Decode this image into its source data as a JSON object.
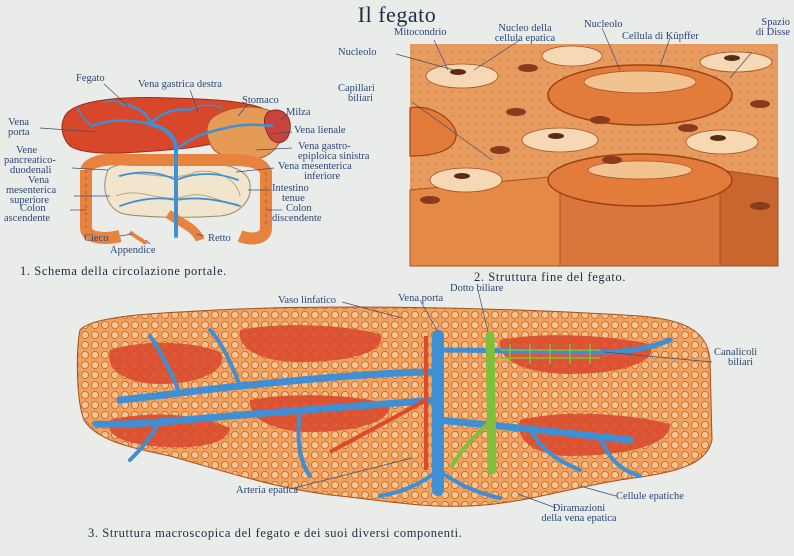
{
  "title": "Il fegato",
  "captions": {
    "c1": "1. Schema della circolazione portale.",
    "c2": "2. Struttura fine del fegato.",
    "c3": "3. Struttura macroscopica del fegato e dei suoi diversi componenti."
  },
  "fig1": {
    "fegato": "Fegato",
    "vena_gastrica_destra": "Vena gastrica destra",
    "stomaco": "Stomaco",
    "milza": "Milza",
    "vena_porta_1": "Vena",
    "vena_porta_2": "porta",
    "vena_lienale": "Vena lienale",
    "vena_gastro_1": "Vena gastro-",
    "vena_gastro_2": "epiploica sinistra",
    "vene_panc_1": "Vene",
    "vene_panc_2": "pancreatico-",
    "vene_panc_3": "duodenali",
    "vena_mes_inf_1": "Vena mesenterica",
    "vena_mes_inf_2": "inferiore",
    "vena_mes_sup_1": "Vena",
    "vena_mes_sup_2": "mesenterica",
    "vena_mes_sup_3": "superiore",
    "intestino_1": "Intestino",
    "intestino_2": "tenue",
    "colon_asc_1": "Colon",
    "colon_asc_2": "ascendente",
    "colon_disc_1": "Colon",
    "colon_disc_2": "discendente",
    "cieco": "Cieco",
    "retto": "Retto",
    "appendice": "Appendice"
  },
  "fig2": {
    "mitocondrio": "Mitocondrio",
    "nucleo_cellula_1": "Nucleo della",
    "nucleo_cellula_2": "cellula epatica",
    "nucleolo_top": "Nucleolo",
    "cellula_kupffer": "Cellula di Küpffer",
    "spazio_disse_1": "Spazio",
    "spazio_disse_2": "di Disse",
    "nucleolo_left": "Nucleolo",
    "capillari_1": "Capillari",
    "capillari_2": "biliari"
  },
  "fig3": {
    "vaso_linfatico": "Vaso linfatico",
    "vena_porta": "Vena porta",
    "dotto_biliare": "Dotto biliare",
    "canalicoli_1": "Canalicoli",
    "canalicoli_2": "biliari",
    "arteria_epatica": "Arteria epatica",
    "cellule_epatiche": "Cellule epatiche",
    "diramazioni_1": "Diramazioni",
    "diramazioni_2": "della vena epatica"
  },
  "colors": {
    "background": "#e9ece9",
    "liver_red": "#d9472b",
    "tissue_orange": "#e8833f",
    "vein_blue": "#3f8fd4",
    "bile_green": "#7fbf3a",
    "label_blue": "#2b4676"
  }
}
